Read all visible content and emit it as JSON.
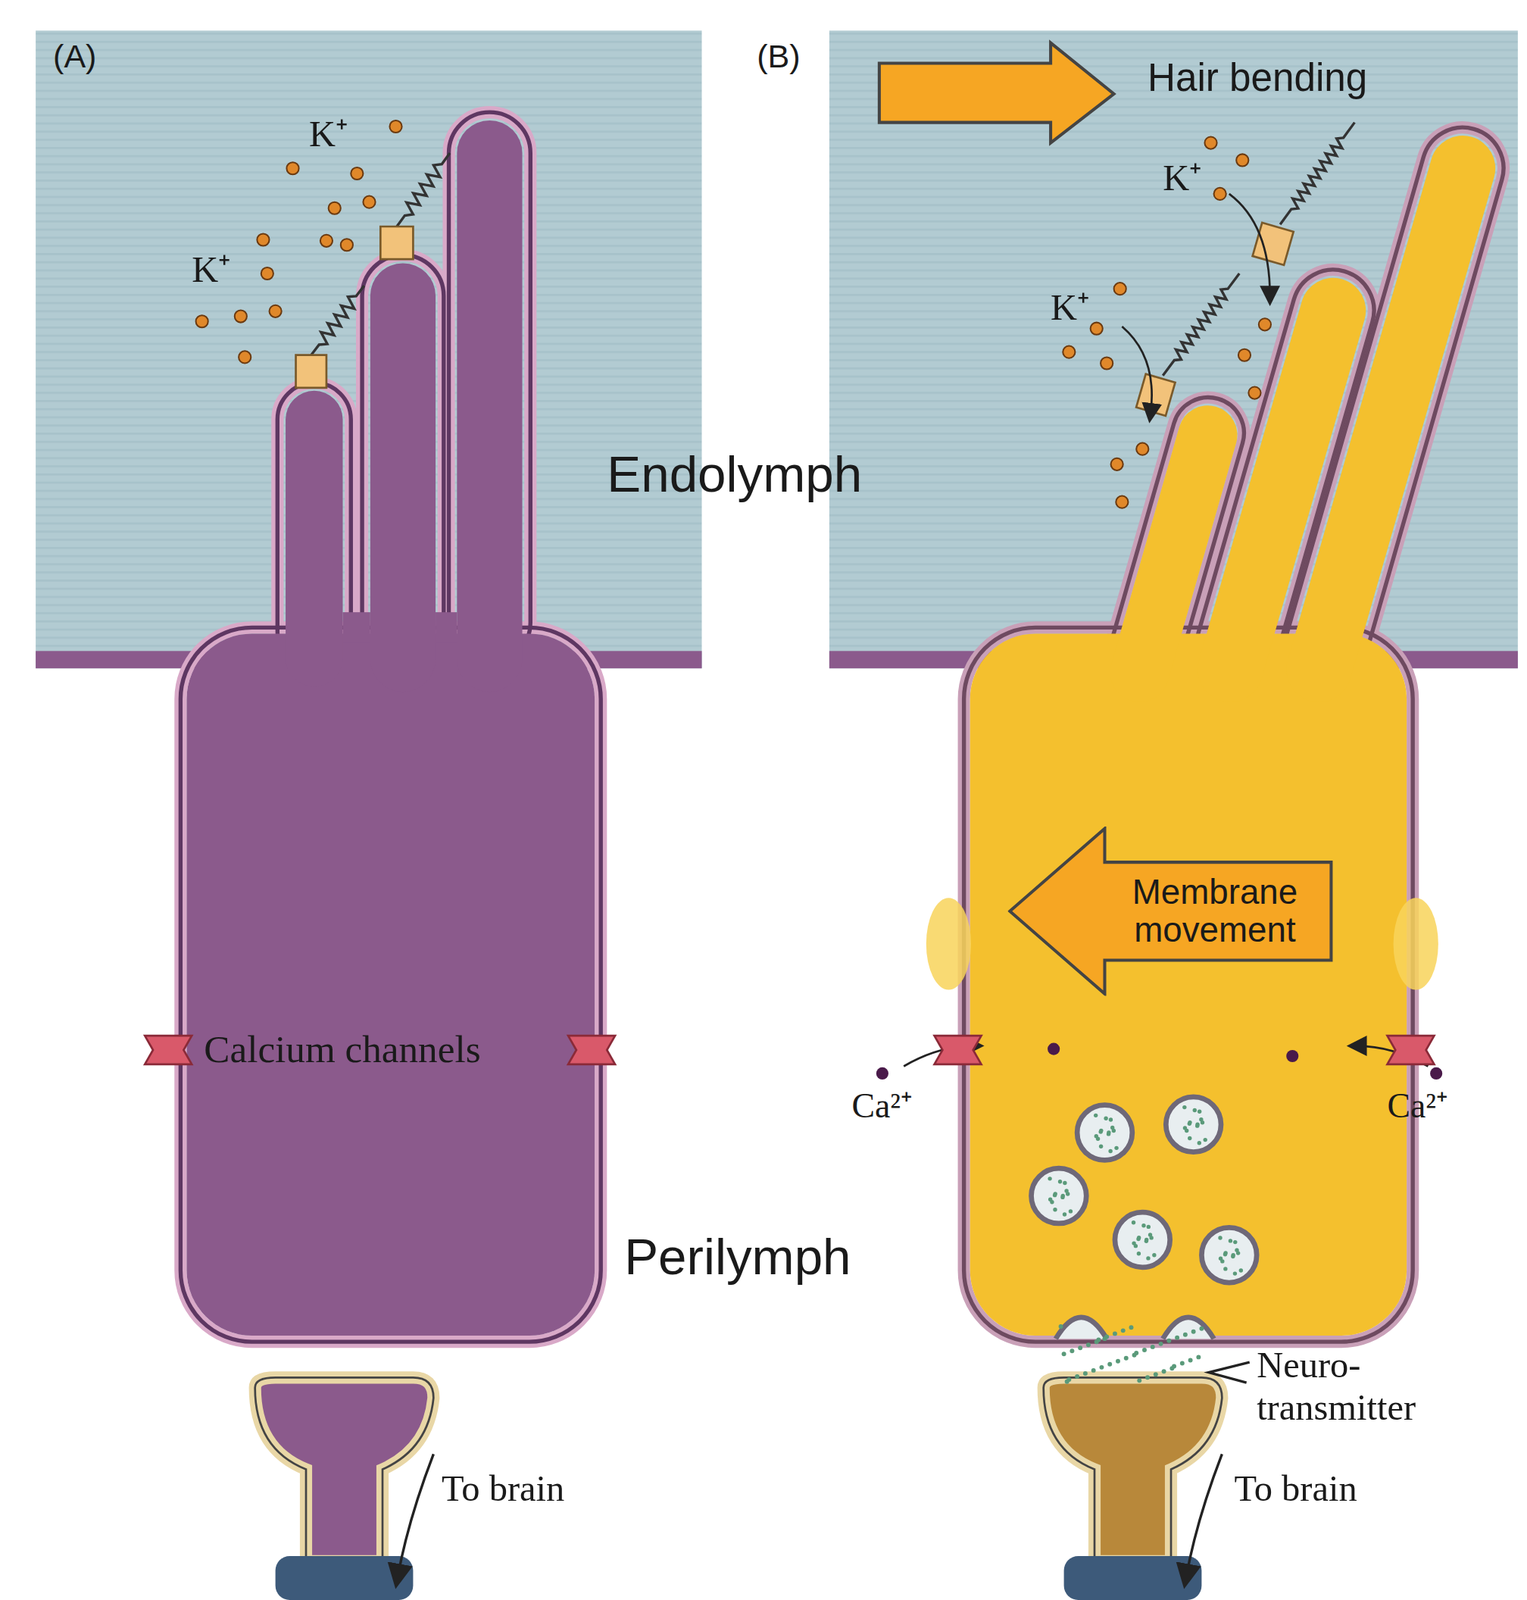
{
  "diagram": {
    "nodes": [
      {
        "text": [
          "Membrane movement"
        ]
      }
    ],
    "labels": [
      "(A)",
      "(B)",
      "Hair bending",
      "K⁺",
      "K⁺",
      "K⁺",
      "K⁺",
      "Endolymph",
      "Perilymph",
      "Calcium channels",
      "Ca²⁺",
      "Ca²⁺",
      "Neuro- transmitter",
      "To brain",
      "To brain"
    ]
  }
}
